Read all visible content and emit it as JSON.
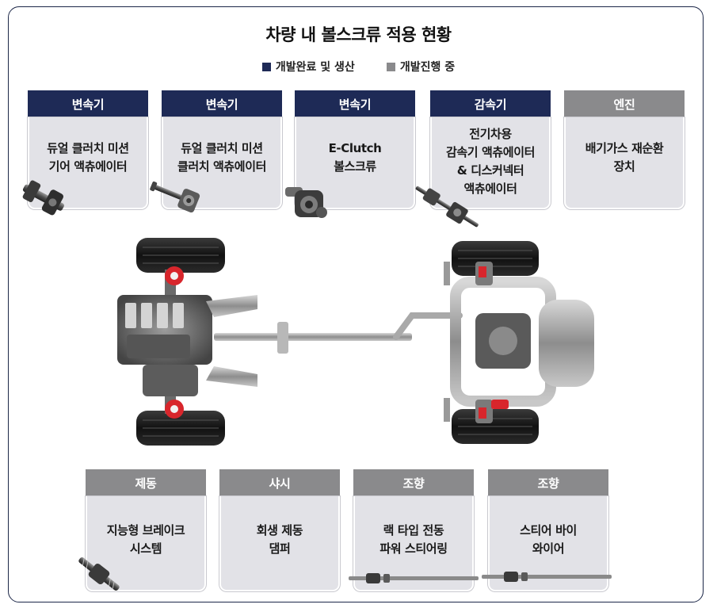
{
  "title": "차량 내 볼스크류 적용 현황",
  "legend": [
    {
      "label": "개발완료 및 생산",
      "color": "#1e2a56"
    },
    {
      "label": "개발진행 중",
      "color": "#8a8a8c"
    }
  ],
  "top_cards": [
    {
      "category": "변속기",
      "status": "done",
      "lines": [
        "듀얼 클러치 미션",
        "기어 액츄에이터"
      ]
    },
    {
      "category": "변속기",
      "status": "done",
      "lines": [
        "듀얼 클러치 미션",
        "클러치 액츄에이터"
      ]
    },
    {
      "category": "변속기",
      "status": "done",
      "lines": [
        "E-Clutch",
        "볼스크류"
      ]
    },
    {
      "category": "감속기",
      "status": "done",
      "lines": [
        "전기차용",
        "감속기 액츄에이터",
        "& 디스커넥터",
        "액츄에이터"
      ]
    },
    {
      "category": "엔진",
      "status": "progress",
      "lines": [
        "배기가스 재순환",
        "장치"
      ]
    }
  ],
  "bottom_cards": [
    {
      "category": "제동",
      "status": "progress",
      "lines": [
        "지능형 브레이크",
        "시스템"
      ]
    },
    {
      "category": "샤시",
      "status": "progress",
      "lines": [
        "회생 제동",
        "댐퍼"
      ]
    },
    {
      "category": "조향",
      "status": "progress",
      "lines": [
        "랙 타입 전동",
        "파워 스티어링"
      ]
    },
    {
      "category": "조향",
      "status": "progress",
      "lines": [
        "스티어 바이",
        "와이어"
      ]
    }
  ],
  "colors": {
    "done": "#1e2a56",
    "progress": "#8a8a8c",
    "frame": "#1c2748",
    "highlight": "#d8262c"
  },
  "icons": [
    "gear-actuator-icon",
    "clutch-actuator-icon",
    "e-clutch-ballscrew-icon",
    "reducer-actuator-icon",
    "brake-ballscrew-icon",
    "rack-ballscrew-icon",
    "steer-by-wire-icon",
    "vehicle-chassis-illustration"
  ]
}
